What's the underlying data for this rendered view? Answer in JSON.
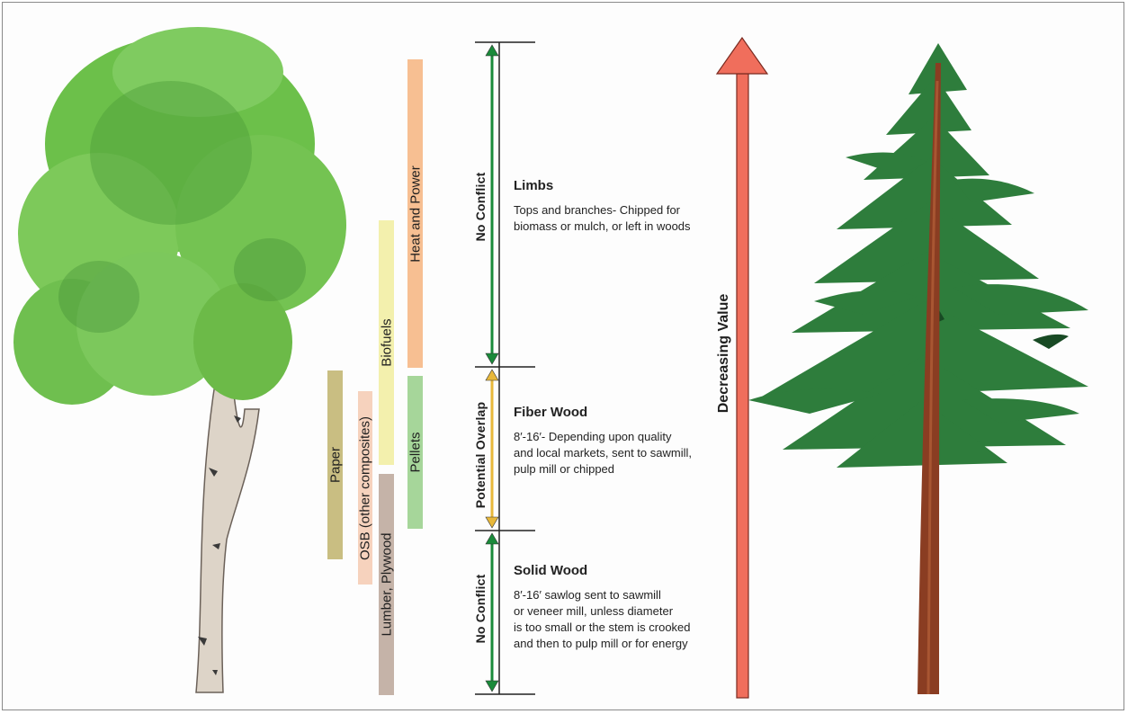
{
  "product_bars": [
    {
      "label": "Heat and Power",
      "color": "#f7bf92"
    },
    {
      "label": "Biofuels",
      "color": "#f3f0ad"
    },
    {
      "label": "Pellets",
      "color": "#a6d69a"
    },
    {
      "label": "Paper",
      "color": "#c9be82"
    },
    {
      "label": "OSB (other composites)",
      "color": "#f6d2bd"
    },
    {
      "label": "Lumber, Plywood",
      "color": "#c5b3a8"
    }
  ],
  "scale": [
    {
      "label": "No Conflict",
      "color": "#1a8a3a"
    },
    {
      "label": "Potential Overlap",
      "color": "#e8b83a"
    },
    {
      "label": "No Conflict",
      "color": "#1a8a3a"
    }
  ],
  "sections": [
    {
      "title": "Limbs",
      "description": "Tops and branches- Chipped for\nbiomass or mulch, or left in woods"
    },
    {
      "title": "Fiber Wood",
      "description": "8′-16′- Depending upon quality\nand local markets, sent to sawmill,\npulp mill or chipped"
    },
    {
      "title": "Solid Wood",
      "description": "8′-16′ sawlog sent to sawmill\nor veneer mill, unless diameter\nis too small or the stem is crooked\nand then to pulp mill or for energy"
    }
  ],
  "value_arrow": {
    "label": "Decreasing Value",
    "color": "#f06e5c"
  },
  "colors": {
    "hardwood_foliage": "#6cc04a",
    "softwood_foliage": "#2e7d3c",
    "softwood_trunk": "#8a3d22",
    "birch_trunk": "#ddd4c8"
  }
}
